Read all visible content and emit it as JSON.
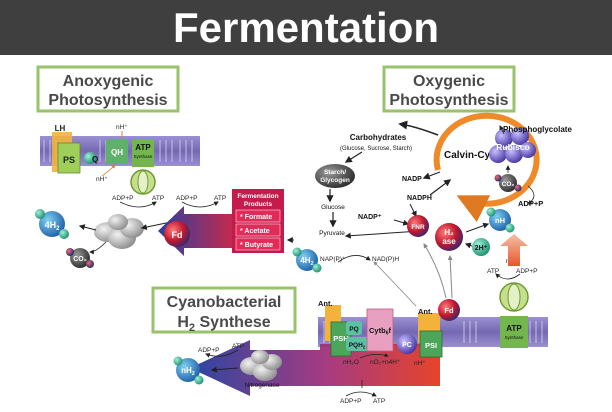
{
  "title": "Fermentation",
  "panels": {
    "anoxygenic": {
      "line1": "Anoxygenic",
      "line2": "Photosynthesis"
    },
    "oxygenic": {
      "line1": "Oxygenic",
      "line2": "Photosynthesis"
    },
    "cyanobacterial": {
      "line1": "Cyanobacterial",
      "line2": "H",
      "line2_sub": "2",
      "line2_rest": " Synthese"
    }
  },
  "membrane_labels": {
    "lh": "LH",
    "ps": "PS",
    "qh": "QH",
    "q": "Q",
    "atp_synthase": "ATP",
    "atp_synthase_sub": "Synthase",
    "ant_left": "Ant.",
    "ant_right": "Ant.",
    "psh": "PSH",
    "pq": "PQ",
    "pqh2": "PQH",
    "pqh2_sub": "2",
    "cytb": "Cytb",
    "cytb_sub": "6",
    "cytb_rest": "f",
    "pc": "PC",
    "psi": "PSI",
    "fd_membrane": "Fd"
  },
  "proton_labels": {
    "nh_top": "nH⁺",
    "nh_left": "nH⁺",
    "nh_right": "nH⁺",
    "nh_cyano": "nH⁺",
    "water": "nH₂O",
    "oxygen": "nO₂+n4H⁺",
    "nh_bottom": "nH⁺"
  },
  "energy": {
    "adp_p": "ADP+P",
    "atp": "ATP",
    "adp_p_mid": "ADP+P",
    "atp_mid": "ATP",
    "adp_p_right": "ADP+P",
    "atp_right": "ATP",
    "adp_p_cyano": "ADP+P",
    "atp_cyano": "ATP",
    "adp_p_nitro": "ADP+P",
    "atp_nitro": "ATP",
    "adp_p_bottom": "ADP+P",
    "atp_bottom": "ATP",
    "adp_p_calvin": "ADP+P"
  },
  "fermentation_products": {
    "title_line1": "Fermentation",
    "title_line2": "Products",
    "items": [
      "* Formate",
      "* Acetate",
      "* Butyrate"
    ]
  },
  "metabolites": {
    "carbohydrates": "Carbohydrates",
    "carbohydrates_sub": "(Glucose, Sucrose, Starch)",
    "starch_line1": "Starch/",
    "starch_line2": "Glycogen",
    "glucose": "Glucose",
    "pyruvate": "Pyruvate",
    "nap_p": "NAP(P)⁺",
    "nad_p_h": "NAD(P)H",
    "nadp": "NADP",
    "nadph": "NADPH",
    "nadp_plus": "NADP⁺",
    "phosphoglycolate": "Phosphoglycolate",
    "calvin": "Calvin-Cycle",
    "rubisco": "Rubisco",
    "co2_right": "CO₂",
    "co2_left": "CO₂",
    "fd_left": "Fd",
    "fnr": "FNR",
    "h2ase_line1": "H₂",
    "h2ase_line2": "ase",
    "two_h": "2H⁺",
    "nh_small": "nH",
    "h4_left": "4H",
    "h4_left_sub": "2",
    "h4_mid": "4H",
    "h4_mid_sub": "2",
    "nh2_cyano": "nH",
    "nh2_cyano_sub": "2",
    "nitrogenase": "Nitrogenase"
  },
  "colors": {
    "title_bg": "#3f3f3f",
    "title_fg": "#ffffff",
    "membrane": "#8a7fc0",
    "panel_border": "#9ac26c",
    "arrow_blue": "#2d3c95",
    "arrow_red": "#d5262b",
    "calvin_orange": "#ee8a2a",
    "fermentation_box": "#c51a4c"
  }
}
